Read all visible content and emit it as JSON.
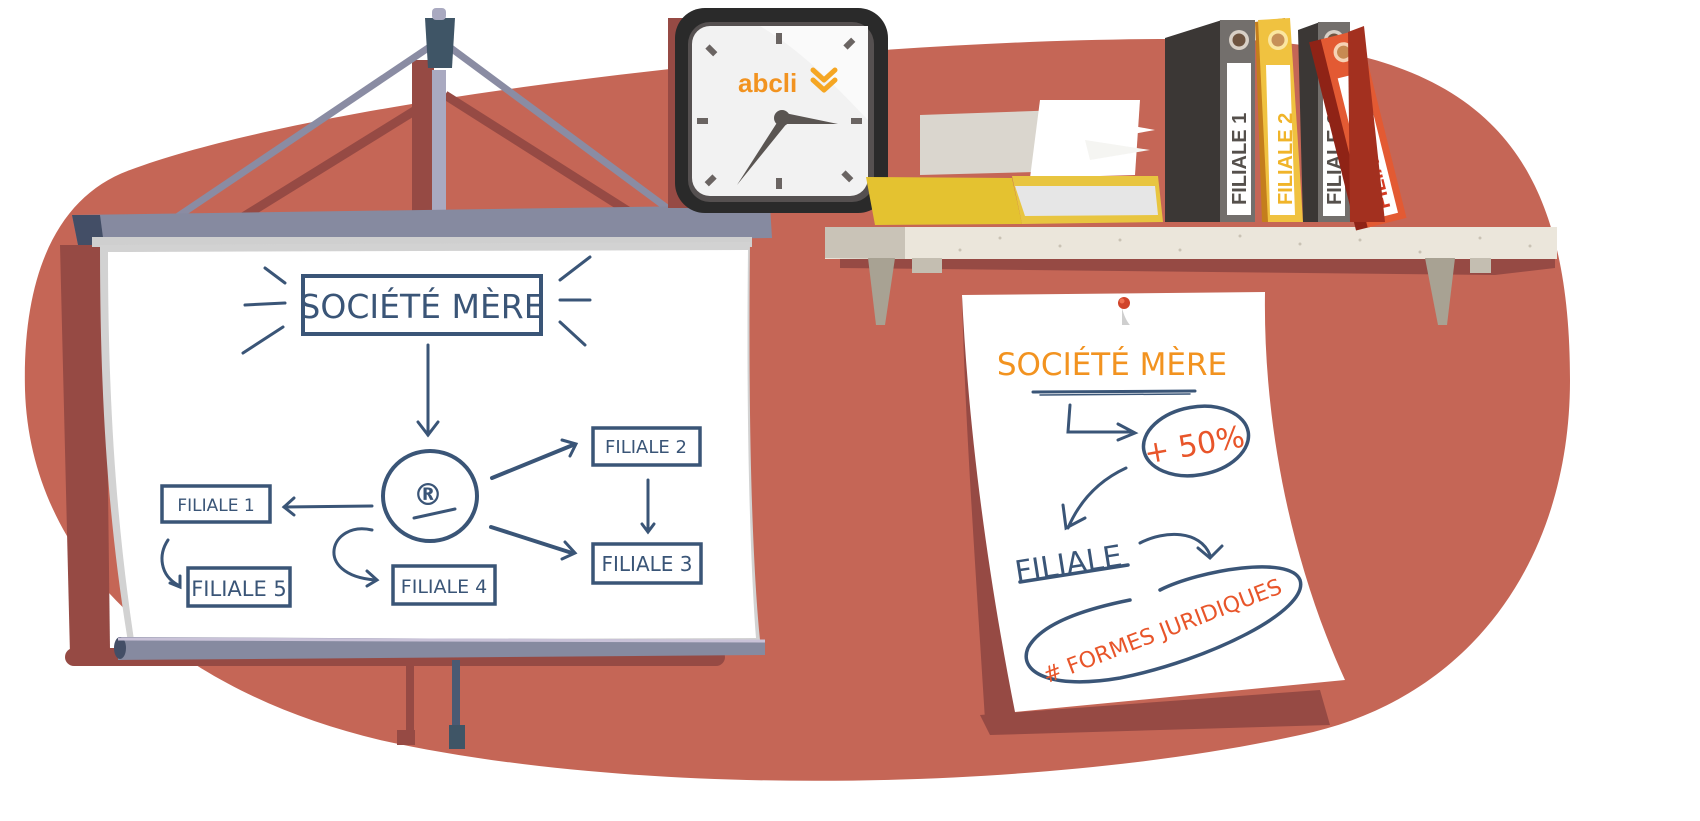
{
  "colors": {
    "background_blob": "#c56656",
    "blob_shadow": "#964a44",
    "ink_blue": "#3a5577",
    "orange": "#f29320",
    "red_orange": "#e8552a",
    "screen_white": "#ffffff",
    "screen_bar": "#868aa0",
    "shelf": "#ebe6db",
    "binder_dark": "#3b3735",
    "binder_yellow": "#f0c240",
    "binder_red": "#a3301f",
    "tray_yellow": "#e4c230",
    "clock_frame": "#2a2a2a",
    "clock_face": "#f2f2f2"
  },
  "clock": {
    "brand": "abcli",
    "brand_icon": "double-chevron-down-icon"
  },
  "projector_screen": {
    "title": "SOCIÉTÉ MÈRE",
    "center_symbol": "®",
    "nodes": [
      "FILIALE 1",
      "FILIALE 2",
      "FILIALE 3",
      "FILIALE 4",
      "FILIALE 5"
    ]
  },
  "binders": [
    {
      "label": "FILIALE 1",
      "color": "#3b3735",
      "text_color": "#55504c"
    },
    {
      "label": "FILIALE 2",
      "color": "#f0c240",
      "text_color": "#f0b429"
    },
    {
      "label": "FILIALE 3",
      "color": "#3b3735",
      "text_color": "#55504c"
    },
    {
      "label": "FILIALE 4",
      "color": "#a3301f",
      "text_color": "#d63a22"
    }
  ],
  "note": {
    "title": "SOCIÉTÉ MÈRE",
    "badge": "+ 50%",
    "subtitle": "FILIALE",
    "tag": "# FORMES JURIDIQUES"
  }
}
